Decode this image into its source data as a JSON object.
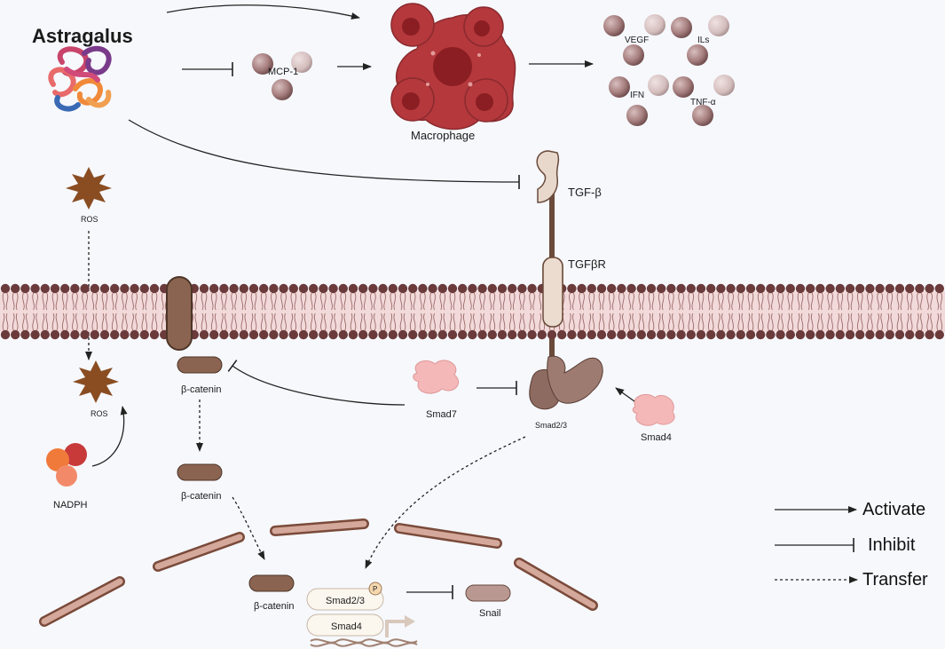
{
  "title": "Astragalus",
  "labels": {
    "mcp1": "MCP-1",
    "macrophage": "Macrophage",
    "vegf": "VEGF",
    "ils": "ILs",
    "ifn": "IFN",
    "tnf": "TNF-α",
    "tgfb": "TGF-β",
    "tgfbr": "TGFβR",
    "ros_top": "ROS",
    "ros_bottom": "ROS",
    "nadph": "NADPH",
    "bcatenin_1": "β-catenin",
    "bcatenin_2": "β-catenin",
    "bcatenin_3": "β-catenin",
    "smad7": "Smad7",
    "smad23": "Smad2/3",
    "smad4": "Smad4",
    "smad23_nuc": "Smad2/3",
    "smad4_nuc": "Smad4",
    "phospho": "P",
    "snail": "Snail"
  },
  "legend": {
    "activate": "Activate",
    "inhibit": "Inhibit",
    "transfer": "Transfer"
  },
  "colors": {
    "background": "#f6f8fc",
    "membrane_head": "#6b3b3b",
    "membrane_band": "#f3dada",
    "cytokine": "#a98282",
    "macrophage": "#b4383c",
    "protein_brown": "#8a6450",
    "smad_pink": "#f1b2b2",
    "ros": "#8a4d22",
    "nadph": "#d64a3e",
    "nucleus": "#a67c6f"
  }
}
